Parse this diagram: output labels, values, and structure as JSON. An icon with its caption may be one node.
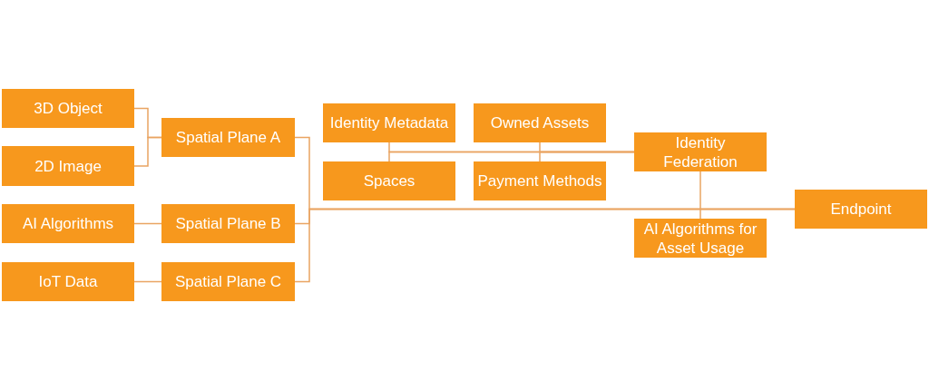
{
  "diagram": {
    "nodes": [
      {
        "text": [
          "3D Object"
        ]
      },
      {
        "text": [
          "2D Image"
        ]
      },
      {
        "text": [
          "AI Algorithms"
        ]
      },
      {
        "text": [
          "IoT Data"
        ]
      },
      {
        "text": [
          "Spatial Plane A"
        ]
      },
      {
        "text": [
          "Spatial Plane B"
        ]
      },
      {
        "text": [
          "Spatial Plane C"
        ]
      },
      {
        "text": [
          "Identity Metadata"
        ]
      },
      {
        "text": [
          "Spaces"
        ]
      },
      {
        "text": [
          "Owned Assets"
        ]
      },
      {
        "text": [
          "Payment Methods"
        ]
      },
      {
        "text": [
          "Identity Federation"
        ]
      },
      {
        "text": [
          "AI Algorithms for Asset Usage"
        ]
      },
      {
        "text": [
          "Endpoint"
        ]
      }
    ],
    "edges": [
      {
        "from": 0,
        "to": 4,
        "arrow": "none"
      },
      {
        "from": 1,
        "to": 4,
        "arrow": "none"
      },
      {
        "from": 2,
        "to": 5,
        "arrow": "none"
      },
      {
        "from": 3,
        "to": 6,
        "arrow": "none"
      },
      {
        "from": 4,
        "to": 13,
        "arrow": "none"
      },
      {
        "from": 5,
        "to": 13,
        "arrow": "none"
      },
      {
        "from": 6,
        "to": 13,
        "arrow": "none"
      },
      {
        "from": 7,
        "to": 11,
        "arrow": "none"
      },
      {
        "from": 8,
        "to": 11,
        "arrow": "none"
      },
      {
        "from": 9,
        "to": 11,
        "arrow": "none"
      },
      {
        "from": 10,
        "to": 11,
        "arrow": "none"
      },
      {
        "from": 11,
        "to": 12,
        "arrow": "none"
      }
    ]
  }
}
